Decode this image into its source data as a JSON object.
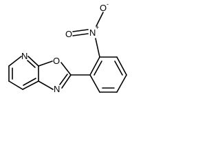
{
  "atoms": {
    "pyridine_n": "N",
    "oxazole_o": "O",
    "oxazole_n": "N",
    "nitro_n": "N",
    "nitro_n_charge": "+",
    "nitro_o_top": "O",
    "nitro_o_top_charge": "-",
    "nitro_o_left": "O"
  }
}
